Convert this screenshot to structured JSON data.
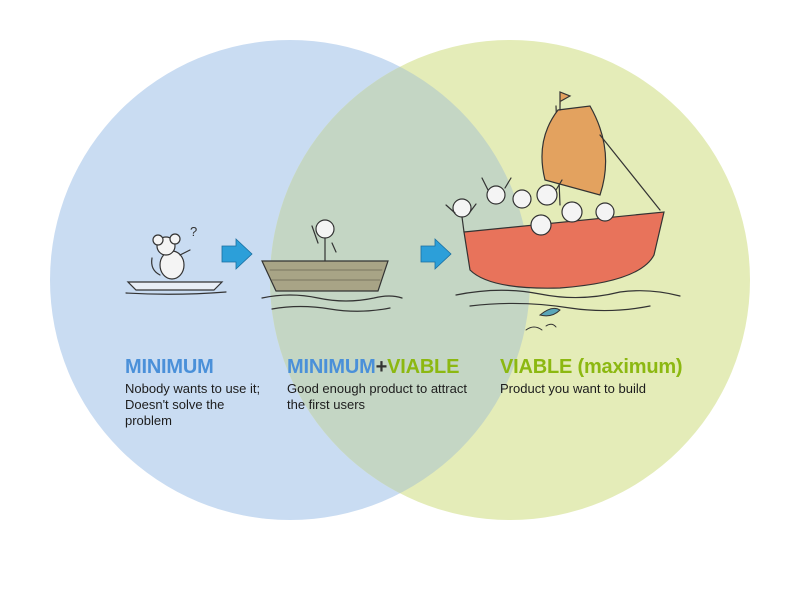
{
  "colors": {
    "blue": "#4a90d9",
    "green": "#8cb811",
    "circle_left": "#c9dcf2",
    "circle_right": "#e4ecb8",
    "overlap": "#c4d6c4",
    "arrow": "#2c9fd9",
    "ship_hull": "#e8735b",
    "sail": "#e3a25f"
  },
  "minimum": {
    "heading": "MINIMUM",
    "line1": "Nobody wants to use it;",
    "line2": "Doesn't solve the",
    "line3": "problem"
  },
  "middle": {
    "heading_part1": "MINIMUM",
    "plus": "+",
    "heading_part2": "VIABLE",
    "line1": "Good enough product to attract",
    "line2": "the first users"
  },
  "viable": {
    "heading_part1": "VIABLE",
    "heading_part2": "(maximum)",
    "line1": "Product you want to build"
  },
  "icons": [
    "mouse-on-raft-icon",
    "arrow-right-icon",
    "rowboat-person-icon",
    "ship-crowd-icon",
    "fish-icon"
  ]
}
